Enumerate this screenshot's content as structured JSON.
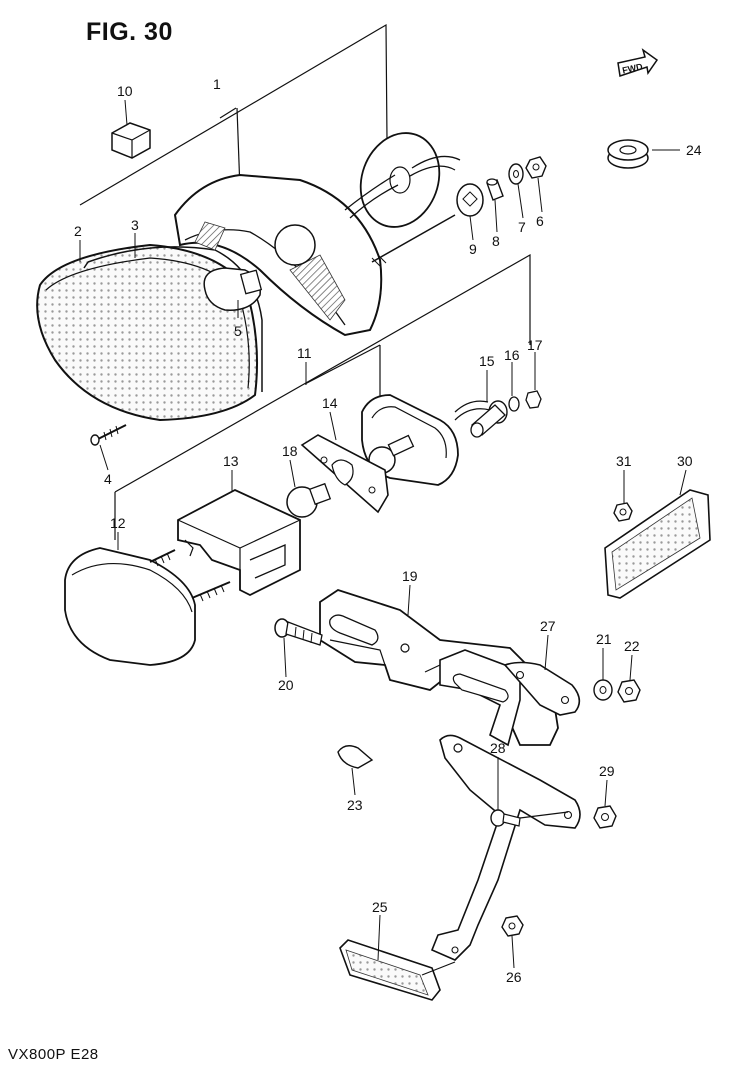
{
  "figure_title": "FIG. 30",
  "model_code": "VX800P  E28",
  "fwd_label": "FWD",
  "callouts": [
    "1",
    "2",
    "3",
    "4",
    "5",
    "6",
    "7",
    "8",
    "9",
    "10",
    "11",
    "12",
    "13",
    "14",
    "15",
    "16",
    "17",
    "18",
    "19",
    "20",
    "21",
    "22",
    "23",
    "24",
    "25",
    "26",
    "27",
    "28",
    "29",
    "30",
    "31"
  ]
}
